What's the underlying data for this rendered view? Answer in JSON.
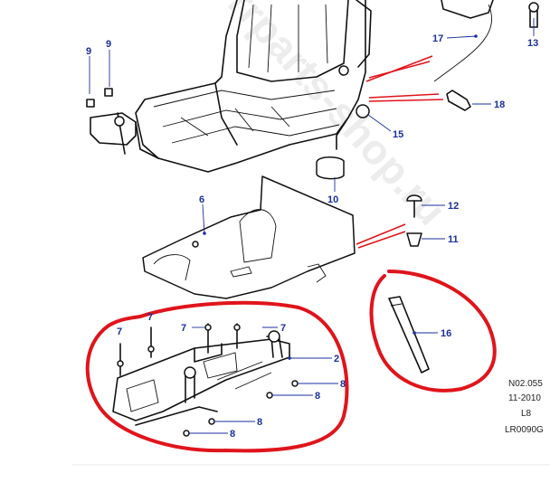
{
  "callouts": {
    "c9a": "9",
    "c9b": "9",
    "c13": "13",
    "c17": "17",
    "c18": "18",
    "c15": "15",
    "c10": "10",
    "c6": "6",
    "c12": "12",
    "c11": "11",
    "c16": "16",
    "c7a": "7",
    "c7b": "7",
    "c7c": "7",
    "c7d": "7",
    "c2": "2",
    "c8a": "8",
    "c8b": "8",
    "c8c": "8",
    "c8d": "8"
  },
  "meta": {
    "ref": "N02.055",
    "date": "11-2010",
    "code": "L8",
    "drawing": "LR0090G"
  },
  "watermark": "rrparts-shop.ru",
  "colors": {
    "callout": "#1a2f9c",
    "markup": "#e0141b",
    "line": "#111111"
  }
}
